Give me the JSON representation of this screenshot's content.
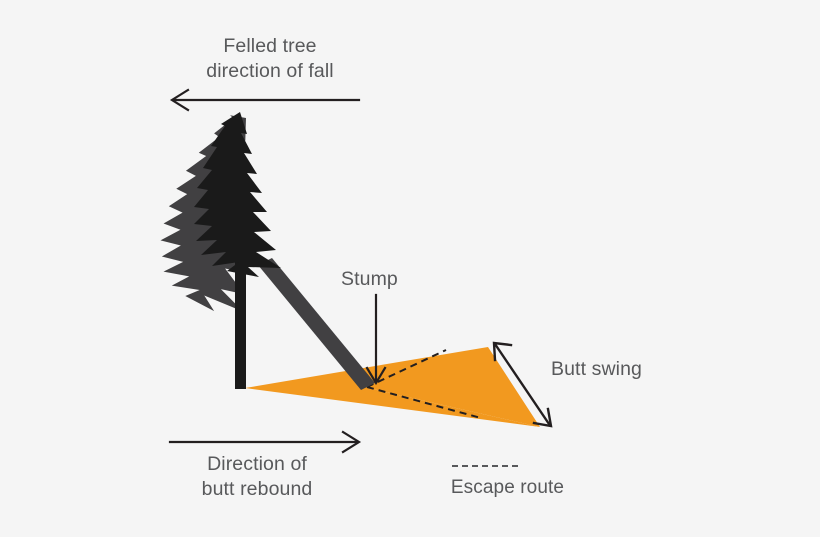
{
  "diagram": {
    "title_label": "Felled tree\ndirection of fall",
    "stump_label": "Stump",
    "butt_swing_label": "Butt swing",
    "rebound_label": "Direction of\nbutt rebound",
    "escape_route_label": "Escape route",
    "colors": {
      "background": "#f5f5f5",
      "danger_zone_orange": "#f2991f",
      "standing_tree_black": "#1a1a1a",
      "falling_tree_gray": "#414042",
      "text_gray": "#58595b",
      "arrow_black": "#1a1a1a"
    },
    "elements": {
      "standing_tree": "conifer-silhouette-upright",
      "falling_tree": "conifer-silhouette-tilted",
      "danger_zone": "orange-quadrilateral-butt-swing-zone",
      "escape_routes": "two-dashed-lines-from-stump",
      "fall_direction_arrow": "left-arrow",
      "rebound_direction_arrow": "right-arrow",
      "stump_pointer_arrow": "down-arrow",
      "butt_swing_arrow": "double-headed-diagonal-arrow",
      "escape_route_legend_swatch": "dashed-line-swatch"
    }
  }
}
